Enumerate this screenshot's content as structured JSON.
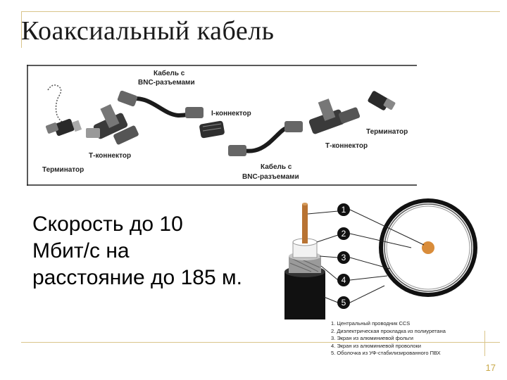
{
  "slide": {
    "title": "Коаксиальный кабель",
    "body_text": "Скорость до 10 Мбит/с на расстояние до 185 м.",
    "page_number": "17"
  },
  "diagram_top": {
    "labels": {
      "cable_bnc_top": [
        "Кабель с",
        "BNC-разъемами"
      ],
      "i_connector": "I-коннектор",
      "t_connector_left": "Т-коннектор",
      "terminator_left": "Терминатор",
      "cable_bnc_bottom": [
        "Кабель с",
        "BNC-разъемами"
      ],
      "t_connector_right": "Т-коннектор",
      "terminator_right": "Терминатор"
    }
  },
  "diagram_cable": {
    "callouts": [
      "1",
      "2",
      "3",
      "4",
      "5"
    ],
    "legend": [
      "1. Центральный проводник CCS",
      "2. Диэлектрическая прокладка из полиуретана",
      "3. Экран из алюминиевой фольги",
      "4. Экран из алюминиевой проволоки",
      "5. Оболочка из УФ-стабилизированного ПВХ"
    ]
  }
}
